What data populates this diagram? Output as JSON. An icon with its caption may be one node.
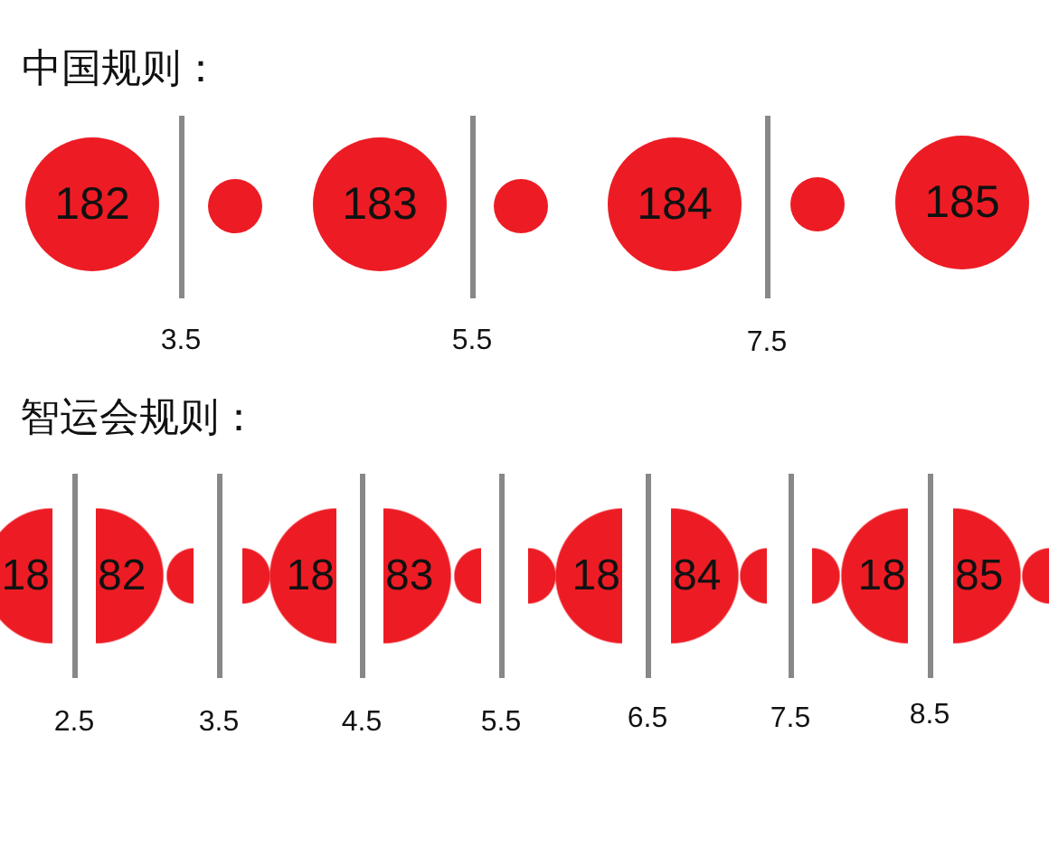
{
  "diagram": {
    "nodes": [
      {
        "text": [
          "182"
        ]
      },
      {
        "text": [],
        "shape": "circle"
      },
      {
        "text": [
          "183"
        ]
      },
      {
        "text": [],
        "shape": "circle"
      },
      {
        "text": [
          "184"
        ]
      },
      {
        "text": [],
        "shape": "circle"
      },
      {
        "text": [
          "185"
        ]
      },
      {
        "text": [
          "18"
        ]
      },
      {
        "text": [
          "82"
        ]
      },
      {
        "text": [],
        "shape": "semicircle"
      },
      {
        "text": [],
        "shape": "semicircle"
      },
      {
        "text": [
          "18"
        ]
      },
      {
        "text": [
          "83"
        ]
      },
      {
        "text": [],
        "shape": "semicircle"
      },
      {
        "text": [],
        "shape": "semicircle"
      },
      {
        "text": [
          "18"
        ]
      },
      {
        "text": [
          "84"
        ]
      },
      {
        "text": [],
        "shape": "semicircle"
      },
      {
        "text": [],
        "shape": "semicircle"
      },
      {
        "text": [
          "18"
        ]
      },
      {
        "text": [
          "85"
        ]
      },
      {
        "text": [],
        "shape": "semicircle"
      }
    ],
    "labels": [
      "中国规则：",
      "3.5",
      "5.5",
      "7.5",
      "智运会规则：",
      "2.5",
      "3.5",
      "4.5",
      "5.5",
      "6.5",
      "7.5",
      "8.5"
    ]
  }
}
